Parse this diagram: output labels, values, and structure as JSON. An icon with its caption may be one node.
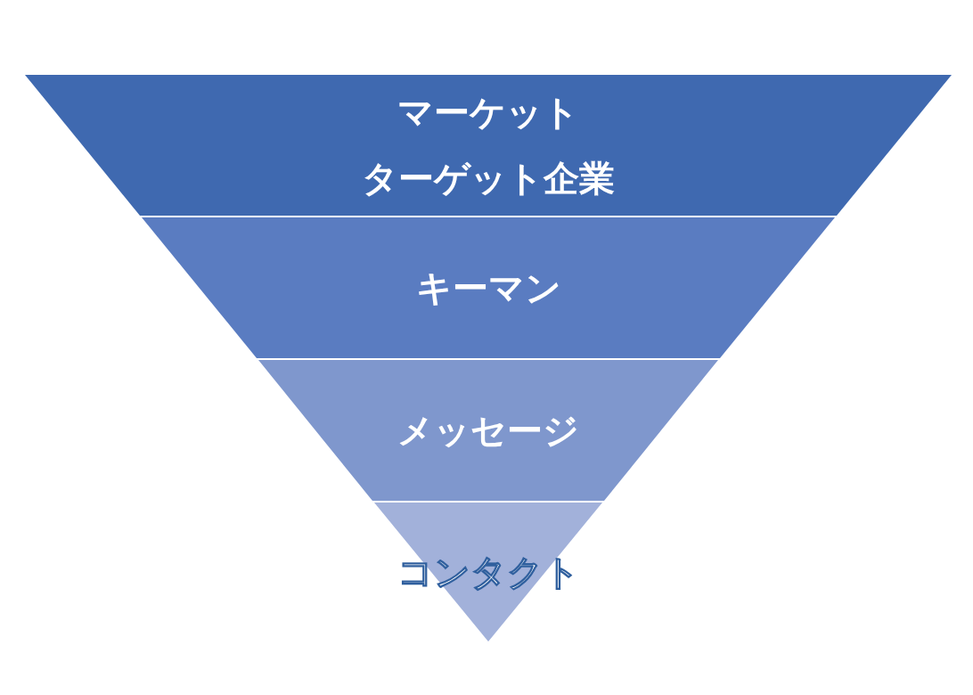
{
  "diagram": {
    "nodes": [
      {
        "text": [
          "マーケット",
          "ターゲット企業"
        ]
      },
      {
        "text": [
          "キーマン"
        ]
      },
      {
        "text": [
          "メッセージ"
        ]
      },
      {
        "text": [
          "コンタクト"
        ]
      }
    ]
  }
}
